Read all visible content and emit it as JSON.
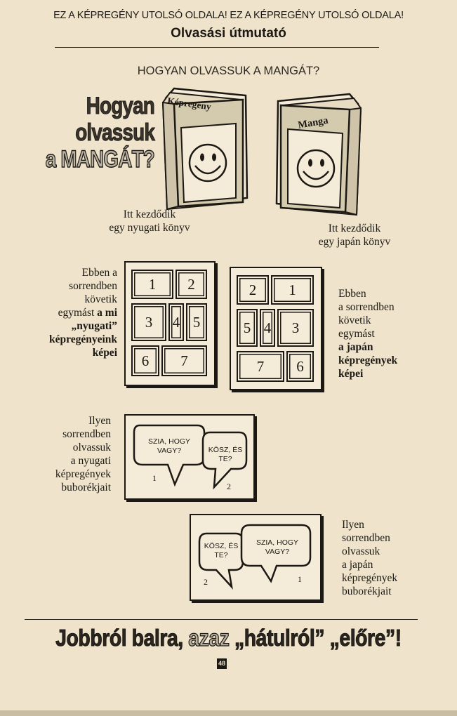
{
  "header": {
    "banner": "EZ A KÉPREGÉNY UTOLSÓ OLDALA! EZ A KÉPREGÉNY UTOLSÓ OLDALA!",
    "title": "Olvasási útmutató"
  },
  "subtitle": "HOGYAN OLVASSUK A MANGÁT?",
  "big_title": {
    "line1": "Hogyan",
    "line2": "olvassuk",
    "line3_a": "a",
    "line3_b": "MANGÁT?"
  },
  "books": {
    "western": {
      "cover_label": "Képregény",
      "caption_l1": "Itt kezdődik",
      "caption_l2": "egy nyugati könyv"
    },
    "japanese": {
      "cover_label": "Manga",
      "caption_l1": "Itt kezdődik",
      "caption_l2": "egy japán könyv"
    }
  },
  "panel_order": {
    "western_text": {
      "l1": "Ebben a",
      "l2": "sorrendben",
      "l3": "követik",
      "l4a": "egymást ",
      "l4b": "a mi",
      "l5": "„nyugati”",
      "l6": "képregényeink",
      "l7": "képei"
    },
    "western_panels": [
      "1",
      "2",
      "3",
      "4",
      "5",
      "6",
      "7"
    ],
    "japanese_panels": [
      "2",
      "1",
      "5",
      "4",
      "3",
      "7",
      "6"
    ],
    "japanese_text": {
      "l1": "Ebben",
      "l2": "a sorrendben",
      "l3": "követik",
      "l4": "egymást",
      "l5": "a japán",
      "l6": "képregények",
      "l7": "képei"
    }
  },
  "bubbles": {
    "western_text": {
      "l1": "Ilyen",
      "l2": "sorrendben",
      "l3": "olvassuk",
      "l4": "a nyugati",
      "l5": "képregények",
      "l6": "buborékjait"
    },
    "western": {
      "b1_l1": "SZIA, HOGY",
      "b1_l2": "VAGY?",
      "b2_l1": "KÖSZ, ÉS",
      "b2_l2": "TE?",
      "n1": "1",
      "n2": "2"
    },
    "japanese_text": {
      "l1": "Ilyen",
      "l2": "sorrendben",
      "l3": "olvassuk",
      "l4": "a japán",
      "l5": "képregények",
      "l6": "buborékjait"
    },
    "japanese": {
      "b1_l1": "KÖSZ, ÉS",
      "b1_l2": "TE?",
      "b2_l1": "SZIA, HOGY",
      "b2_l2": "VAGY?",
      "n1": "2",
      "n2": "1"
    }
  },
  "slogan": {
    "part1": "Jobbról balra,",
    "part2": "azaz",
    "part3": "„hátulról”",
    "part4": "„előre”!"
  },
  "page_number": "48"
}
